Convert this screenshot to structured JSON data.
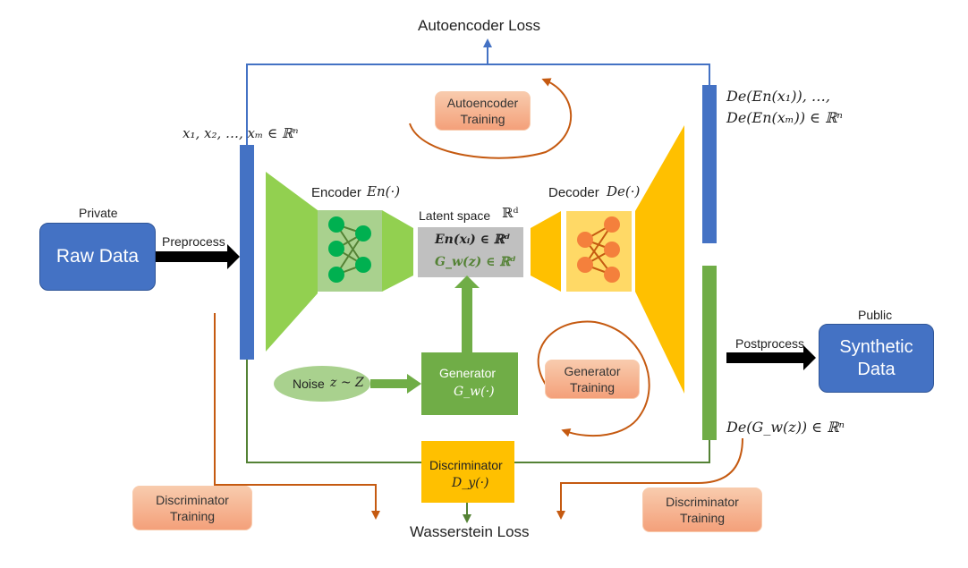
{
  "labels": {
    "autoencoder_loss": "Autoencoder Loss",
    "wasserstein_loss": "Wasserstein Loss",
    "private": "Private",
    "public": "Public",
    "preprocess": "Preprocess",
    "postprocess": "Postprocess",
    "encoder": "Encoder",
    "decoder": "Decoder",
    "latent_space": "Latent space",
    "generator": "Generator",
    "discriminator": "Discriminator",
    "noise": "Noise"
  },
  "boxes": {
    "raw_data": "Raw Data",
    "synthetic_data_line1": "Synthetic",
    "synthetic_data_line2": "Data",
    "autoencoder_training_line1": "Autoencoder",
    "autoencoder_training_line2": "Training",
    "generator_training_line1": "Generator",
    "generator_training_line2": "Training",
    "discriminator_training_left_line1": "Discriminator",
    "discriminator_training_left_line2": "Training",
    "discriminator_training_right_line1": "Discriminator",
    "discriminator_training_right_line2": "Training"
  },
  "math": {
    "inputs": "x₁, x₂, …, xₘ ∈ ℝⁿ",
    "encoder_fn": "En(·)",
    "decoder_fn": "De(·)",
    "latent_dim": "ℝᵈ",
    "en_xi": "En(xᵢ) ∈ ℝᵈ",
    "gw_z": "G_w(z) ∈ ℝᵈ",
    "generator_fn": "G_w(·)",
    "discriminator_fn": "D_y(·)",
    "noise_dist": "z ~ Z",
    "reconstruction_line1": "De(En(x₁)), …,",
    "reconstruction_line2": "De(En(xₘ)) ∈ ℝⁿ",
    "decoded_generated": "De(G_w(z)) ∈ ℝⁿ"
  },
  "colors": {
    "blue": "#4472c4",
    "green": "#70ad47",
    "light_green": "#92d050",
    "orange": "#ffc000",
    "brown_arrow": "#c55a11",
    "salmon": "#f4b183",
    "gray": "#c0c0c0"
  }
}
